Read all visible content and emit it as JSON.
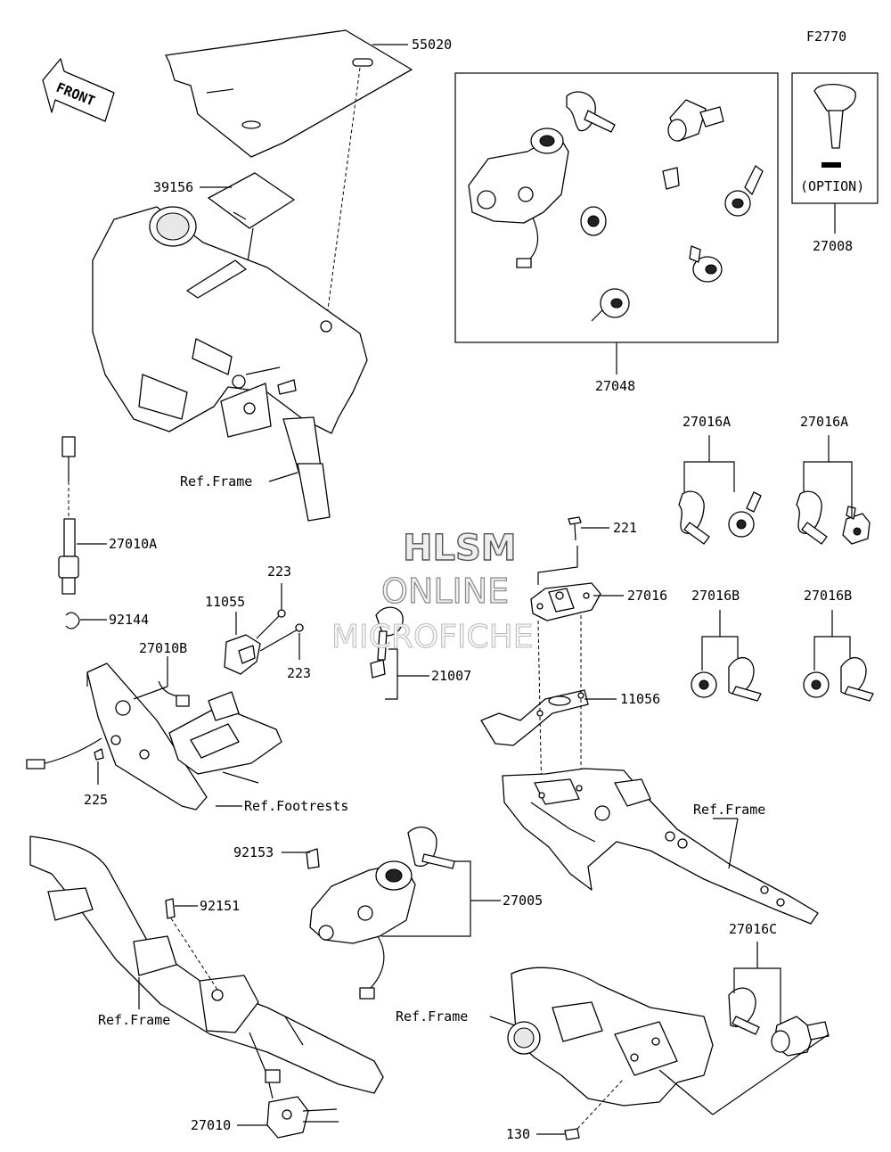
{
  "figure_code": "F2770",
  "front_label": "FRONT",
  "watermark": {
    "line1": "HLSM",
    "line2": "ONLINE",
    "line3": "MICROFICHE"
  },
  "callouts": {
    "p55020": "55020",
    "p39156": "39156",
    "p27048": "27048",
    "p27008": "27008",
    "option": "(OPTION)",
    "ref_frame_1": "Ref.Frame",
    "p27010A": "27010A",
    "p92144": "92144",
    "p223a": "223",
    "p11055": "11055",
    "p27010B": "27010B",
    "p223b": "223",
    "p225": "225",
    "ref_footrests": "Ref.Footrests",
    "p27016A_1": "27016A",
    "p27016A_2": "27016A",
    "p221": "221",
    "p27016": "27016",
    "p21007": "21007",
    "p11056": "11056",
    "p27016B_1": "27016B",
    "p27016B_2": "27016B",
    "ref_frame_2": "Ref.Frame",
    "p92153": "92153",
    "p27005": "27005",
    "p92151": "92151",
    "ref_frame_3": "Ref.Frame",
    "p27016C": "27016C",
    "ref_frame_4": "Ref.Frame",
    "p130": "130",
    "p27010": "27010"
  }
}
